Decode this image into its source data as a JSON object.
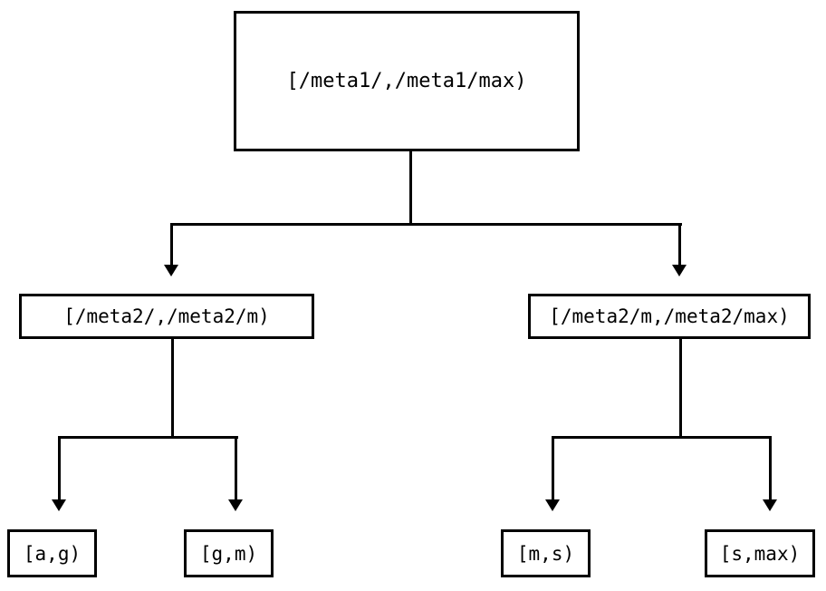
{
  "diagram": {
    "type": "binary-tree",
    "background_color": "#ffffff",
    "line_color": "#000000",
    "nodes": {
      "root": {
        "label": "[/meta1/,/meta1/max)"
      },
      "internal_left": {
        "label": "[/meta2/,/meta2/m)"
      },
      "internal_right": {
        "label": "[/meta2/m,/meta2/max)"
      },
      "leaf_1": {
        "label": "[a,g)"
      },
      "leaf_2": {
        "label": "[g,m)"
      },
      "leaf_3": {
        "label": "[m,s)"
      },
      "leaf_4": {
        "label": "[s,max)"
      }
    },
    "edges": [
      {
        "from": "root",
        "to": "internal_left",
        "arrow": "down-triangle"
      },
      {
        "from": "root",
        "to": "internal_right",
        "arrow": "down-triangle"
      },
      {
        "from": "internal_left",
        "to": "leaf_1",
        "arrow": "down-triangle"
      },
      {
        "from": "internal_left",
        "to": "leaf_2",
        "arrow": "down-triangle"
      },
      {
        "from": "internal_right",
        "to": "leaf_3",
        "arrow": "down-triangle"
      },
      {
        "from": "internal_right",
        "to": "leaf_4",
        "arrow": "down-triangle"
      }
    ]
  }
}
